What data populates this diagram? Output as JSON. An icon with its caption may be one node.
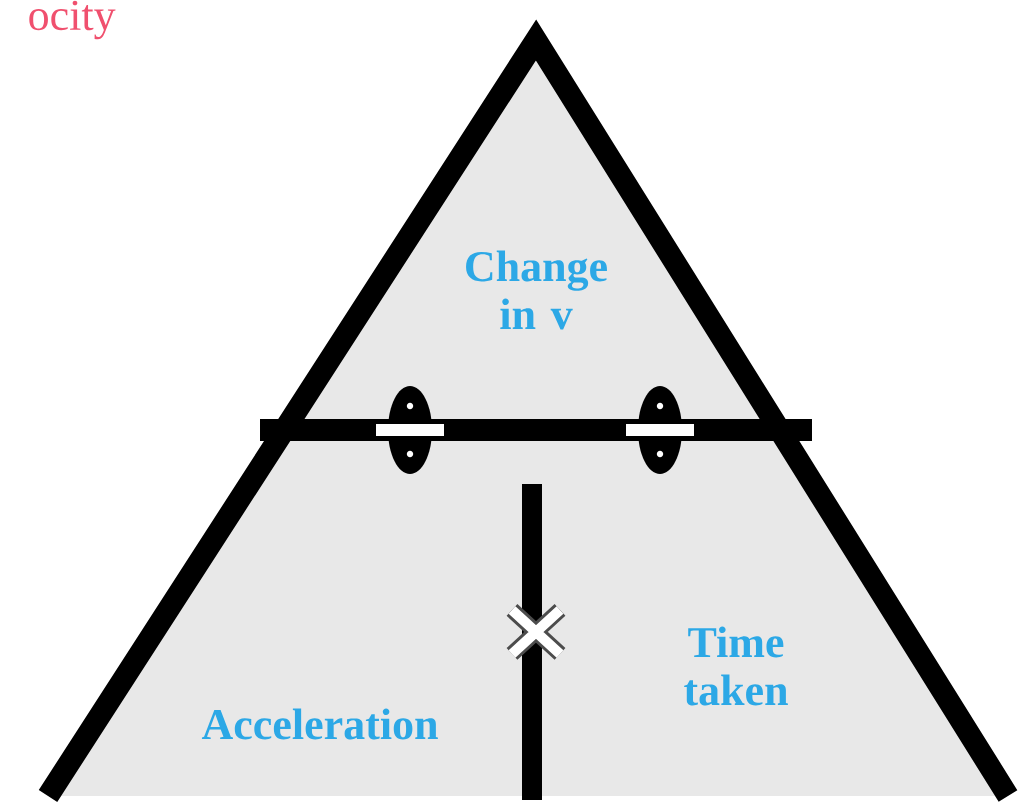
{
  "diagram": {
    "labels": [
      "ocity",
      "Change in v",
      "Time taken",
      "Acceleration"
    ]
  }
}
